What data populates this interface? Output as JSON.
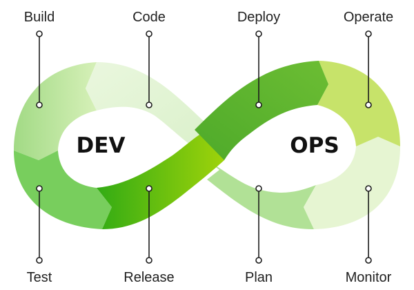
{
  "diagram": {
    "loop_labels": {
      "left": "DEV",
      "right": "OPS"
    },
    "stages_top": [
      "Build",
      "Code",
      "Deploy",
      "Operate"
    ],
    "stages_bottom": [
      "Test",
      "Release",
      "Plan",
      "Monitor"
    ]
  },
  "colors": {
    "build": "#a9dc8a",
    "code": "#e3f4d6",
    "deploy": "#58b22f",
    "operate": "#c6e36a",
    "test": "#79cf5f",
    "release": "#47b51a",
    "plan": "#b4e39a",
    "monitor": "#e7f5d4",
    "pin": "#1c1c1c"
  }
}
